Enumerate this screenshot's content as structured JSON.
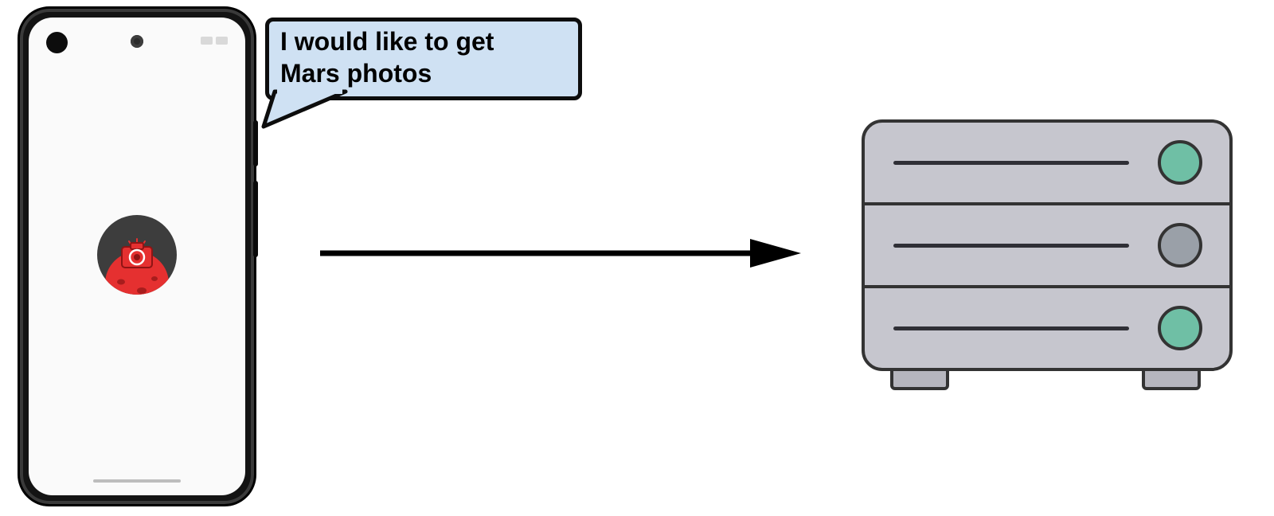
{
  "speech_bubble": {
    "line1": "I would like to get",
    "line2": "Mars photos"
  },
  "colors": {
    "bubble_fill": "#cfe1f3",
    "bubble_border": "#0d0d0d",
    "screen": "#fafafa",
    "server_fill": "#c6c6ce",
    "server_border": "#333333",
    "led_teal": "#6fbfa5",
    "led_gray": "#9aa0a8",
    "app_red": "#e53030",
    "app_dark": "#3d3d3d",
    "arrow": "#000000"
  },
  "phone": {
    "app_icon": "mars-camera-app"
  },
  "server": {
    "rows": [
      {
        "led": "teal"
      },
      {
        "led": "gray"
      },
      {
        "led": "teal"
      }
    ]
  }
}
